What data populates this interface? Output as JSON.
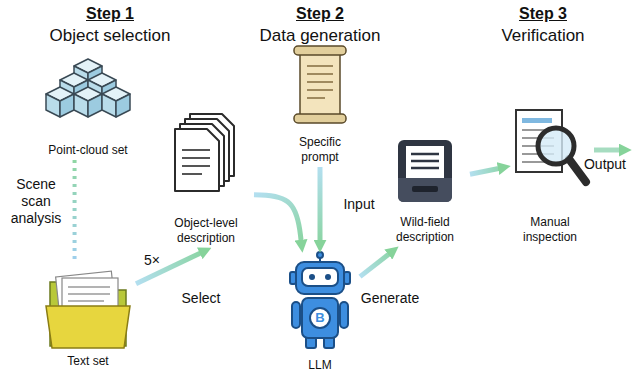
{
  "diagram": {
    "nodes": [
      {
        "text": [
          "Point-cloud set"
        ]
      },
      {
        "text": [
          "Text set"
        ]
      },
      {
        "text": [
          "Object-level description"
        ]
      },
      {
        "text": [
          "Specific prompt"
        ]
      },
      {
        "text": [
          "LLM"
        ]
      },
      {
        "text": [
          "Wild-field description"
        ]
      },
      {
        "text": [
          "Manual inspection"
        ]
      }
    ],
    "edges": [
      {
        "from": 0,
        "to": 1,
        "arrow": "none",
        "label": "Scene scan analysis"
      },
      {
        "from": 1,
        "to": 2,
        "arrow": "to",
        "label": "Select"
      },
      {
        "from": 2,
        "to": 4,
        "arrow": "to"
      },
      {
        "from": 3,
        "to": 4,
        "arrow": "to",
        "label": "Input"
      },
      {
        "from": 4,
        "to": 5,
        "arrow": "to",
        "label": "Generate"
      },
      {
        "from": 5,
        "to": 6,
        "arrow": "to"
      }
    ],
    "labels": [
      "Step 1",
      "Object selection",
      "Step 2",
      "Data generation",
      "Step 3",
      "Verification",
      "5×",
      "Output",
      "B"
    ]
  }
}
